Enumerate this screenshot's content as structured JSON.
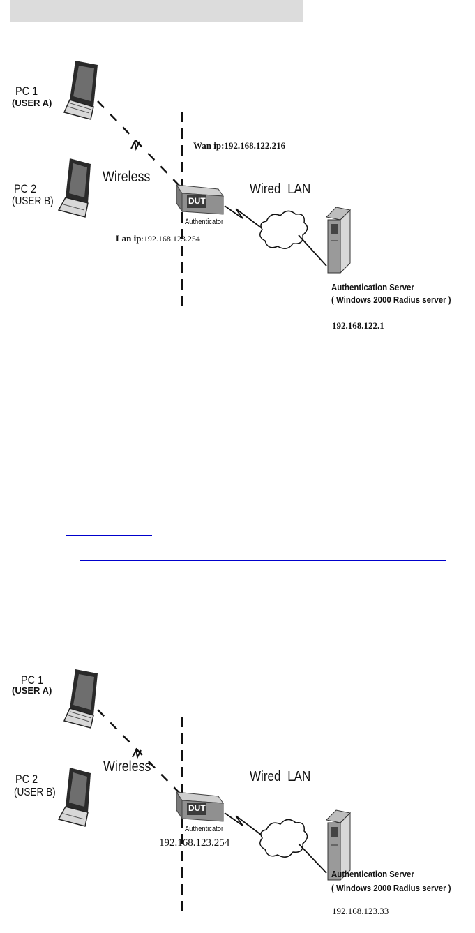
{
  "diagram1": {
    "pc1": "PC 1",
    "user_a": "(USER A)",
    "pc2": "PC 2",
    "user_b": "(USER B)",
    "wireless": "Wireless",
    "wired_lan": "Wired  LAN",
    "wan_ip": "Wan ip:192.168.122.216",
    "lan_ip_label": "Lan ip",
    "lan_ip_value": ":192.168.123.254",
    "dut": "DUT",
    "authenticator": "Authenticator",
    "server_name": "Authentication Server",
    "server_desc": "( Windows 2000 Radius server )",
    "server_ip": "192.168.122.1"
  },
  "links": {
    "link1": "",
    "link2": ""
  },
  "diagram2": {
    "pc1": "PC 1",
    "user_a": "(USER A)",
    "pc2": "PC 2",
    "user_b": "(USER B)",
    "wireless": "Wireless",
    "wired_lan": "Wired  LAN",
    "dut": "DUT",
    "authenticator": "Authenticator",
    "dut_ip": "192.168.123.254",
    "server_name": "Authentication Server",
    "server_desc": "( Windows 2000 Radius server )",
    "server_ip": "192.168.123.33"
  }
}
